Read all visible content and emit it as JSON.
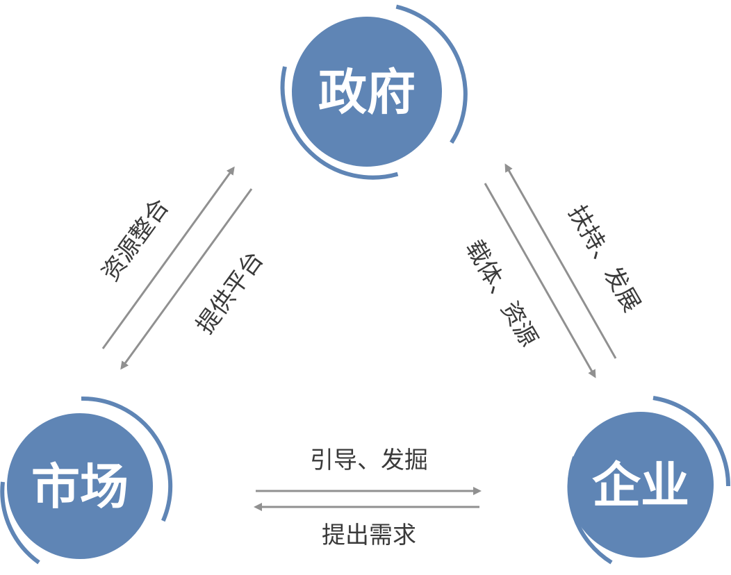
{
  "colors": {
    "node_fill": "#5f85b5",
    "node_ring": "#5f85b5",
    "arrow": "#909090",
    "text": "#3a3a3a",
    "node_text": "#ffffff"
  },
  "nodes": {
    "government": {
      "label": "政府"
    },
    "market": {
      "label": "市场"
    },
    "enterprise": {
      "label": "企业"
    }
  },
  "edges": {
    "market_to_government": {
      "label": "资源整合"
    },
    "government_to_market": {
      "label": "提供平台"
    },
    "enterprise_to_government": {
      "label": "扶持、发展"
    },
    "government_to_enterprise": {
      "label": "载体、资源"
    },
    "market_to_enterprise": {
      "label": "引导、发掘"
    },
    "enterprise_to_market": {
      "label": "提出需求"
    }
  }
}
